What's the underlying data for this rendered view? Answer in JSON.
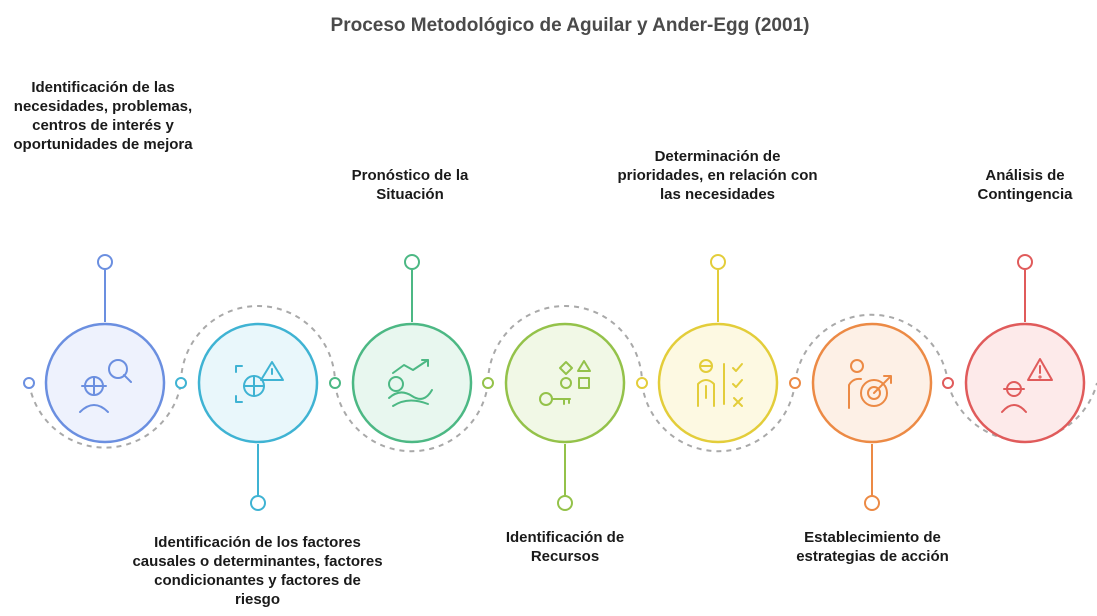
{
  "title": "Proceso Metodológico de Aguilar y Ander-Egg (2001)",
  "steps": [
    {
      "label": "Identificación de las necesidades, problemas, centros de interés y oportunidades de mejora",
      "icon": "person-search-icon",
      "color": "#6b8fe0",
      "fill": "#eef2fd"
    },
    {
      "label": "Identificación de los factores causales o determinantes, factores condicionantes y factores de riesgo",
      "icon": "globe-warning-icon",
      "color": "#3fb3d3",
      "fill": "#e9f7fb"
    },
    {
      "label": "Pronóstico de la Situación",
      "icon": "forecast-trend-icon",
      "color": "#4cb884",
      "fill": "#e8f7ef"
    },
    {
      "label": "Identificación de Recursos",
      "icon": "key-shapes-icon",
      "color": "#94c24a",
      "fill": "#f1f8e6"
    },
    {
      "label": "Determinación de prioridades, en relación con las necesidades",
      "icon": "person-checklist-icon",
      "color": "#e3cd3a",
      "fill": "#fdf9e2"
    },
    {
      "label": "Establecimiento de estrategias de acción",
      "icon": "person-target-icon",
      "color": "#ec8a45",
      "fill": "#fdf0e6"
    },
    {
      "label": "Análisis de Contingencia",
      "icon": "person-alert-icon",
      "color": "#e05b5b",
      "fill": "#fdeaea"
    }
  ]
}
